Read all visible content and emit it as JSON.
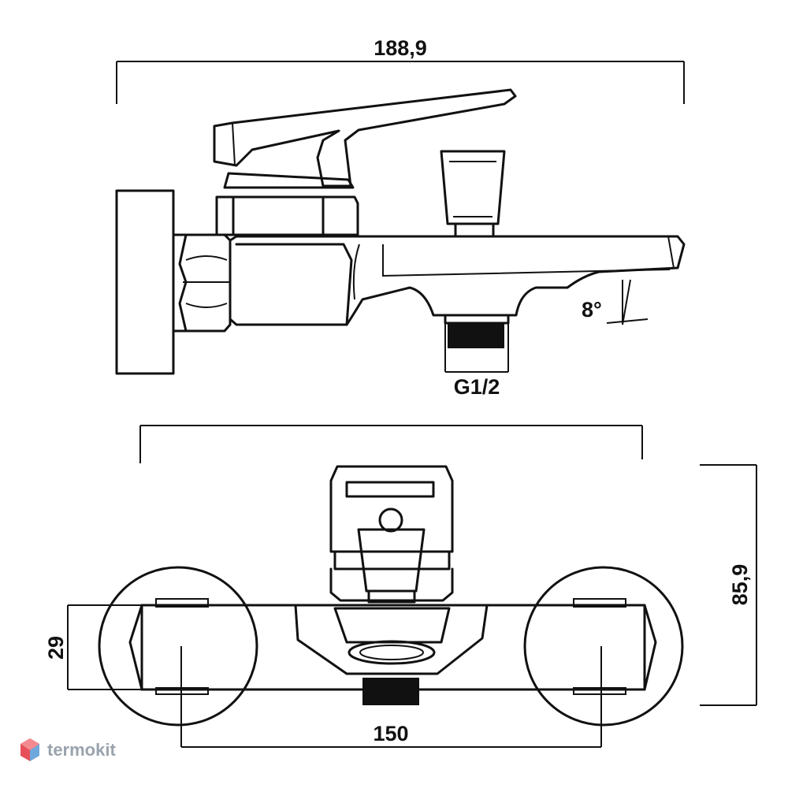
{
  "dimensions": {
    "overall_width": "188,9",
    "angle": "8°",
    "thread": "G1/2",
    "body_height": "29",
    "center_distance": "150",
    "depth": "85,9"
  },
  "watermark": {
    "text": "termokit",
    "icon": "termokit-logo-icon"
  },
  "colors": {
    "line": "#111111",
    "background": "#ffffff",
    "watermark_text": "#9aa3ad",
    "logo_red": "#e8515a",
    "logo_blue": "#6fa8dc"
  }
}
